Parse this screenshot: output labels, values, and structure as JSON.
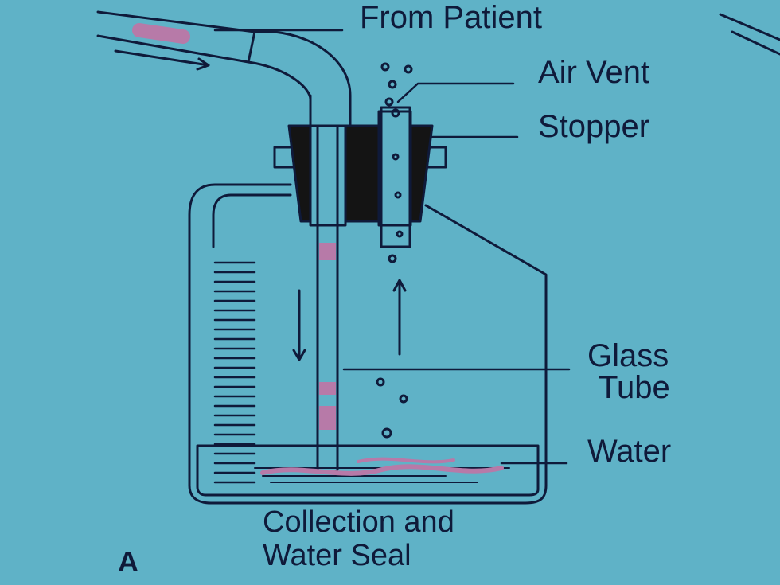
{
  "labels": {
    "from_patient": "From Patient",
    "air_vent": "Air Vent",
    "stopper": "Stopper",
    "glass_tube_line1": "Glass",
    "glass_tube_line2": "Tube",
    "water": "Water",
    "caption_line1": "Collection and",
    "caption_line2": "Water Seal",
    "panel_letter": "A"
  },
  "colors": {
    "background": "#5fb2c7",
    "ink": "#0f1a3a",
    "stopper": "#141414",
    "fluid": "#b77aa8"
  }
}
